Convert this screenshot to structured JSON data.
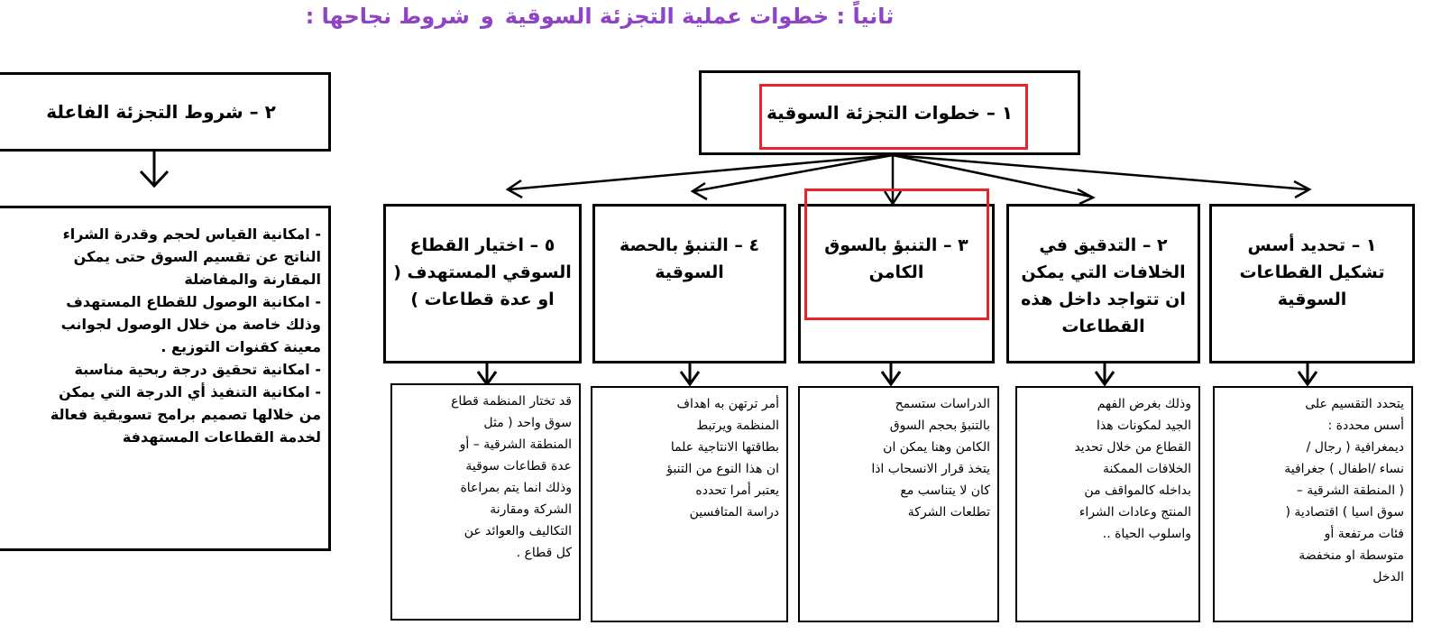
{
  "title": {
    "part1": "ثانياً : خطوات عملية التجزئة السوقية",
    "connector": "و",
    "part2": "شروط نجاحها :"
  },
  "main_box": "١ – خطوات التجزئة السوقية",
  "conditions_box": "٢ – شروط التجزئة الفاعلة",
  "conditions_text": "- امكانية القياس لحجم وقدرة الشراء\nالناتج عن تقسيم السوق حتى يمكن\nالمقارنة والمفاضلة\n- امكانية الوصول للقطاع المستهدف\nوذلك خاصة من خلال الوصول لجوانب\nمعينة كقنوات التوزيع .\n- امكانية تحقيق درجة ربحية مناسبة\n- امكانية التنفيذ أي الدرجة التي يمكن\nمن خلالها تصميم برامج تسويقية فعالة\nلخدمة القطاعات المستهدفة",
  "steps": [
    {
      "label": "١ – تحديد أسس تشكيل القطاعات السوقية",
      "desc": "يتحدد التقسيم على\nأسس محددة :\nديمغرافية ( رجال /\nنساء /اطفال ) جغرافية\n( المنطقة الشرقية –\nسوق اسيا ) اقتصادية (\nفئات مرتفعة أو\nمتوسطة او منخفضة\nالدخل"
    },
    {
      "label": "٢ – التدقيق في الخلافات التي يمكن ان تتواجد داخل هذه القطاعات",
      "desc": "وذلك بغرض الفهم\nالجيد لمكونات هذا\nالقطاع من خلال تحديد\nالخلافات الممكنة\nبداخله كالمواقف من\nالمنتج وعادات الشراء\nواسلوب الحياة .."
    },
    {
      "label": "٣ – التنبؤ بالسوق الكامن",
      "desc": "الدراسات ستسمح\nبالتنبؤ بحجم السوق\nالكامن وهنا يمكن ان\nيتخذ قرار الانسحاب اذا\nكان لا يتناسب مع\nتطلعات الشركة"
    },
    {
      "label": "٤ – التنبؤ بالحصة السوقية",
      "desc": "أمر ترتهن به اهداف\nالمنظمة ويرتبط\nبطاقتها الانتاجية علما\nان هذا النوع من التنبؤ\nيعتبر أمرا تحدده\nدراسة المتافسين"
    },
    {
      "label": "٥ – اختيار القطاع السوقي المستهدف ( او عدة قطاعات )",
      "desc": "قد تختار المنظمة قطاع\nسوق واحد ( مثل\nالمنطقة الشرقية – أو\nعدة قطاعات سوقية\nوذلك انما يتم بمراعاة\nالشركة ومقارنة\nالتكاليف والعوائد عن\nكل قطاع ."
    }
  ],
  "colors": {
    "title": "#8e44c5",
    "highlight": "#e8232a"
  }
}
